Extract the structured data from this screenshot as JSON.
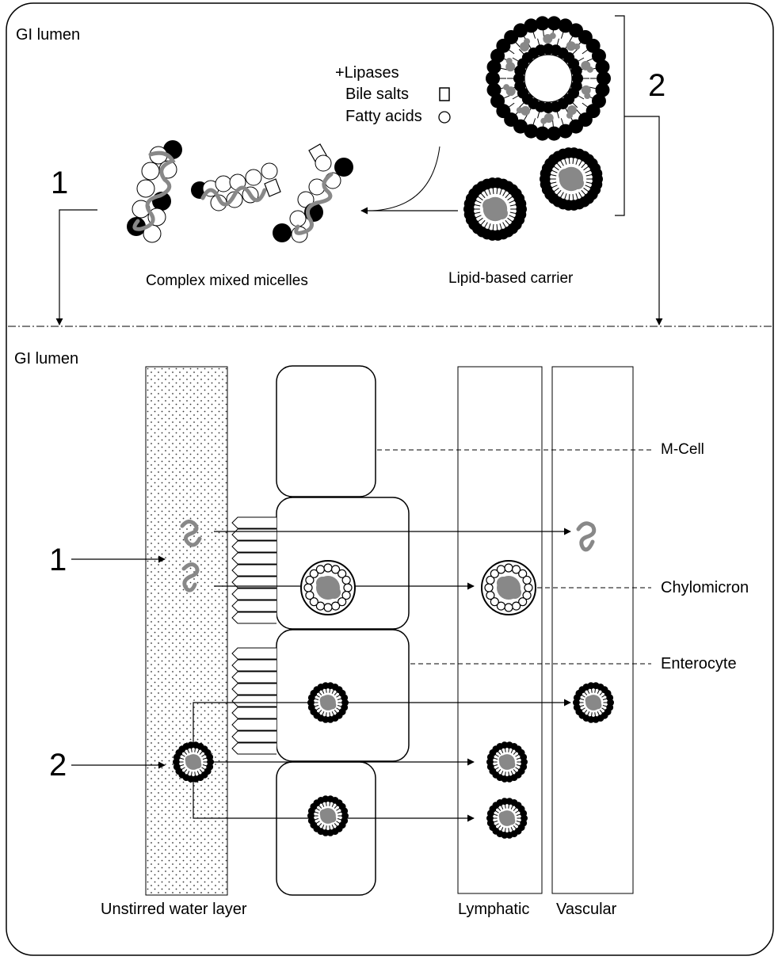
{
  "top_panel": {
    "region_label": "GI lumen",
    "reagents": {
      "lipases": "+Lipases",
      "bile_salts": "Bile salts",
      "fatty_acids": "Fatty acids"
    },
    "pathway_1": "1",
    "pathway_2": "2",
    "micelles_label": "Complex mixed micelles",
    "carrier_label": "Lipid-based carrier"
  },
  "bottom_panel": {
    "region_label": "GI lumen",
    "pathway_1": "1",
    "pathway_2": "2",
    "m_cell": "M-Cell",
    "chylomicron": "Chylomicron",
    "enterocyte": "Enterocyte",
    "unstirred": "Unstirred water layer",
    "lymphatic": "Lymphatic",
    "vascular": "Vascular"
  },
  "colors": {
    "drug": "#888888",
    "ink": "#000000",
    "background": "#ffffff"
  }
}
